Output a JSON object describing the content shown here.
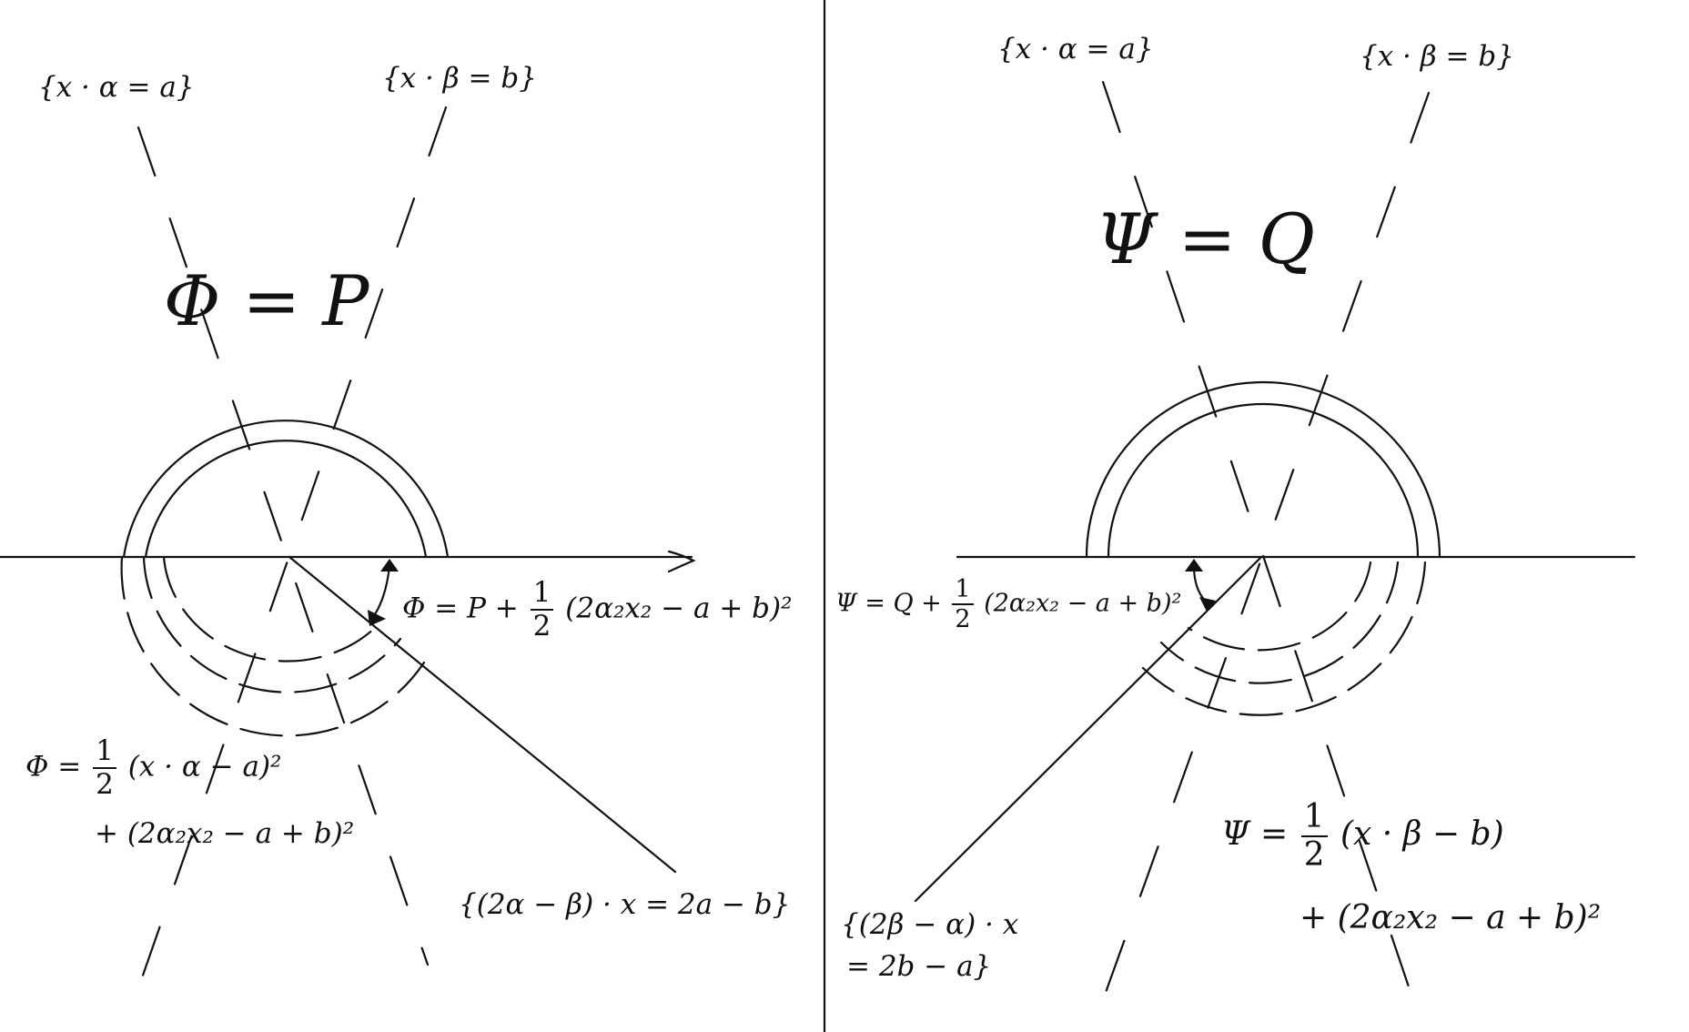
{
  "left_panel": {
    "line_alpha_label": "{x · α = a}",
    "line_beta_label": "{x · β = b}",
    "region_title": "Φ = P",
    "arc_eq": {
      "head": "Φ = P +",
      "num": "1",
      "den": "2",
      "tail": "(2α₂x₂ − a + b)²"
    },
    "lower_eq": {
      "head": "Φ =",
      "num": "1",
      "den": "2",
      "tail": "(x · α − a)²",
      "line2": "+ (2α₂x₂ − a + b)²"
    },
    "ray_label": "{(2α − β) · x = 2a − b}"
  },
  "right_panel": {
    "line_alpha_label": "{x · α = a}",
    "line_beta_label": "{x · β = b}",
    "region_title": "Ψ = Q",
    "arc_eq": {
      "head": "Ψ = Q +",
      "num": "1",
      "den": "2",
      "tail": "(2α₂x₂ − a + b)²"
    },
    "lower_eq": {
      "head": "Ψ =",
      "num": "1",
      "den": "2",
      "tail": "(x · β − b)",
      "line2": "+ (2α₂x₂ − a + b)²"
    },
    "ray_label_line1": "{(2β − α) · x",
    "ray_label_line2": "= 2b − a}"
  },
  "colors": {
    "ink": "#111111",
    "background": "#ffffff"
  }
}
